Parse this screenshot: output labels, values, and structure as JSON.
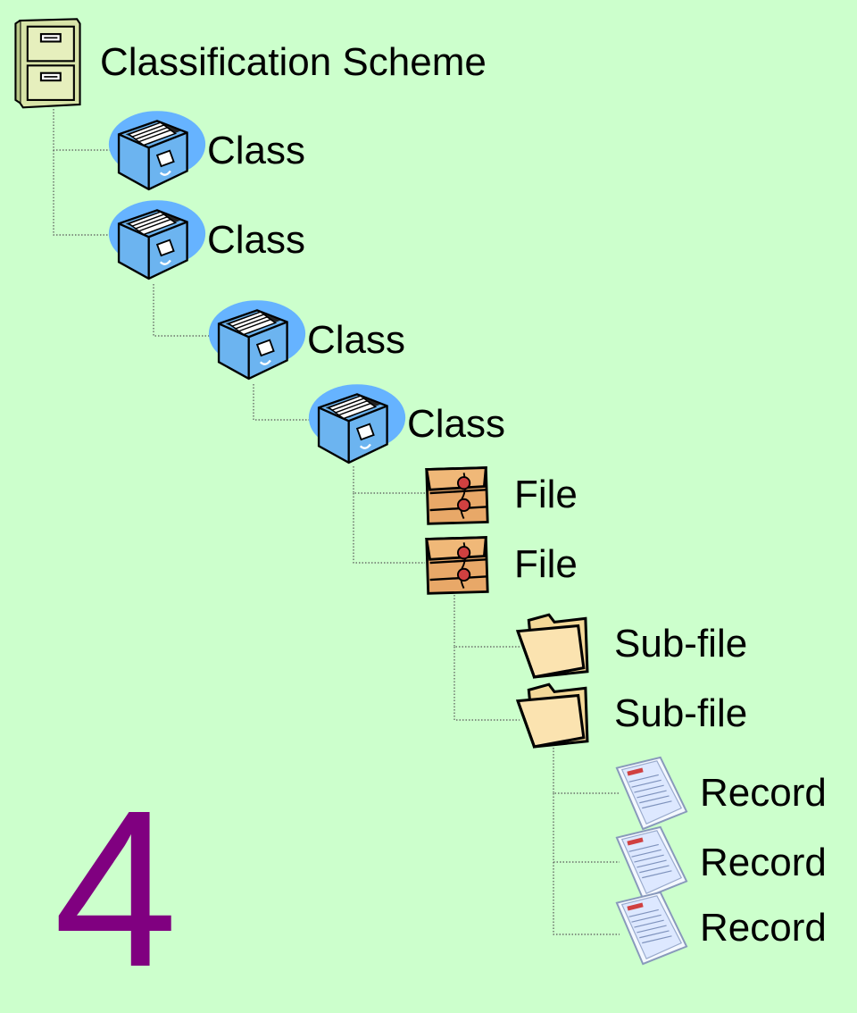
{
  "colors": {
    "background": "#ccffcc",
    "connector": "#555555",
    "big_number": "#800080"
  },
  "tree": {
    "root": {
      "label": "Classification Scheme",
      "icon": "filing-cabinet-icon"
    },
    "classes": [
      {
        "label": "Class",
        "icon": "card-file-box-icon"
      },
      {
        "label": "Class",
        "icon": "card-file-box-icon"
      },
      {
        "label": "Class",
        "icon": "card-file-box-icon"
      },
      {
        "label": "Class",
        "icon": "card-file-box-icon"
      }
    ],
    "files": [
      {
        "label": "File",
        "icon": "tied-envelope-folder-icon"
      },
      {
        "label": "File",
        "icon": "tied-envelope-folder-icon"
      }
    ],
    "subfiles": [
      {
        "label": "Sub-file",
        "icon": "manila-folder-icon"
      },
      {
        "label": "Sub-file",
        "icon": "manila-folder-icon"
      }
    ],
    "records": [
      {
        "label": "Record",
        "icon": "document-record-icon"
      },
      {
        "label": "Record",
        "icon": "document-record-icon"
      },
      {
        "label": "Record",
        "icon": "document-record-icon"
      }
    ]
  },
  "big_number": "4"
}
